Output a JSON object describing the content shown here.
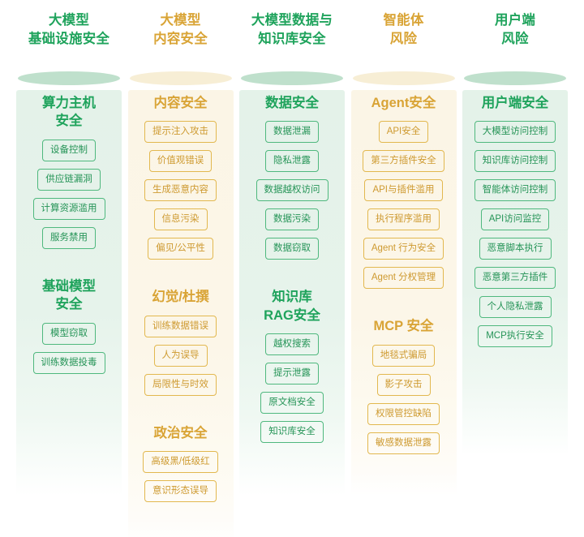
{
  "meta": {
    "diagram_type": "category-cylinders",
    "colors": {
      "green_text": "#1FA35C",
      "green_chip_border": "#4FB87E",
      "green_cylinder_top": "#BFE0CC",
      "green_cylinder_body": "#E4F2E9",
      "amber_text": "#D9A436",
      "amber_chip_border": "#E2B84F",
      "amber_cylinder_top": "#F7EED5",
      "amber_cylinder_body": "#FBF5E6",
      "background": "#FFFFFF"
    }
  },
  "columns": [
    {
      "id": "llm-infrastructure-security",
      "theme": "green",
      "header": "大模型\n基础设施安全",
      "cylinder_height": 500,
      "groups": [
        {
          "title": "算力主机\n安全",
          "chips": [
            "设备控制",
            "供应链漏洞",
            "计算资源滥用",
            "服务禁用"
          ]
        },
        {
          "title": "基础模型\n安全",
          "chips": [
            "模型窃取",
            "训练数据投毒"
          ]
        }
      ]
    },
    {
      "id": "llm-content-security",
      "theme": "amber",
      "header": "大模型\n内容安全",
      "cylinder_height": 560,
      "groups": [
        {
          "title": "内容安全",
          "chips": [
            "提示注入攻击",
            "价值观错误",
            "生成恶意内容",
            "信息污染",
            "偏见/公平性"
          ]
        },
        {
          "title": "幻觉/杜撰",
          "chips": [
            "训练数据错误",
            "人为误导",
            "局限性与时效"
          ]
        },
        {
          "title": "政治安全",
          "chips": [
            "高级黑/低级红",
            "意识形态误导"
          ]
        }
      ]
    },
    {
      "id": "llm-data-and-knowledge-base-security",
      "theme": "green",
      "header": "大模型数据与\n知识库安全",
      "cylinder_height": 500,
      "groups": [
        {
          "title": "数据安全",
          "chips": [
            "数据泄漏",
            "隐私泄露",
            "数据越权访问",
            "数据污染",
            "数据窃取"
          ]
        },
        {
          "title": "知识库\nRAG安全",
          "chips": [
            "越权搜索",
            "提示泄露",
            "原文档安全",
            "知识库安全"
          ]
        }
      ]
    },
    {
      "id": "agent-risk",
      "theme": "amber",
      "header": "智能体\n风险",
      "cylinder_height": 500,
      "groups": [
        {
          "title": "Agent安全",
          "chips": [
            "API安全",
            "第三方插件安全",
            "API与插件滥用",
            "执行程序滥用",
            "Agent 行为安全",
            "Agent 分权管理"
          ]
        },
        {
          "title": "MCP 安全",
          "chips": [
            "地毯式骗局",
            "影子攻击",
            "权限管控缺陷",
            "敏感数据泄露"
          ]
        }
      ]
    },
    {
      "id": "client-side-risk",
      "theme": "green",
      "header": "用户端\n风险",
      "cylinder_height": 450,
      "groups": [
        {
          "title": "用户端安全",
          "chips": [
            "大模型访问控制",
            "知识库访问控制",
            "智能体访问控制",
            "API访问监控",
            "恶意脚本执行",
            "恶意第三方插件",
            "个人隐私泄露",
            "MCP执行安全"
          ]
        }
      ]
    }
  ]
}
